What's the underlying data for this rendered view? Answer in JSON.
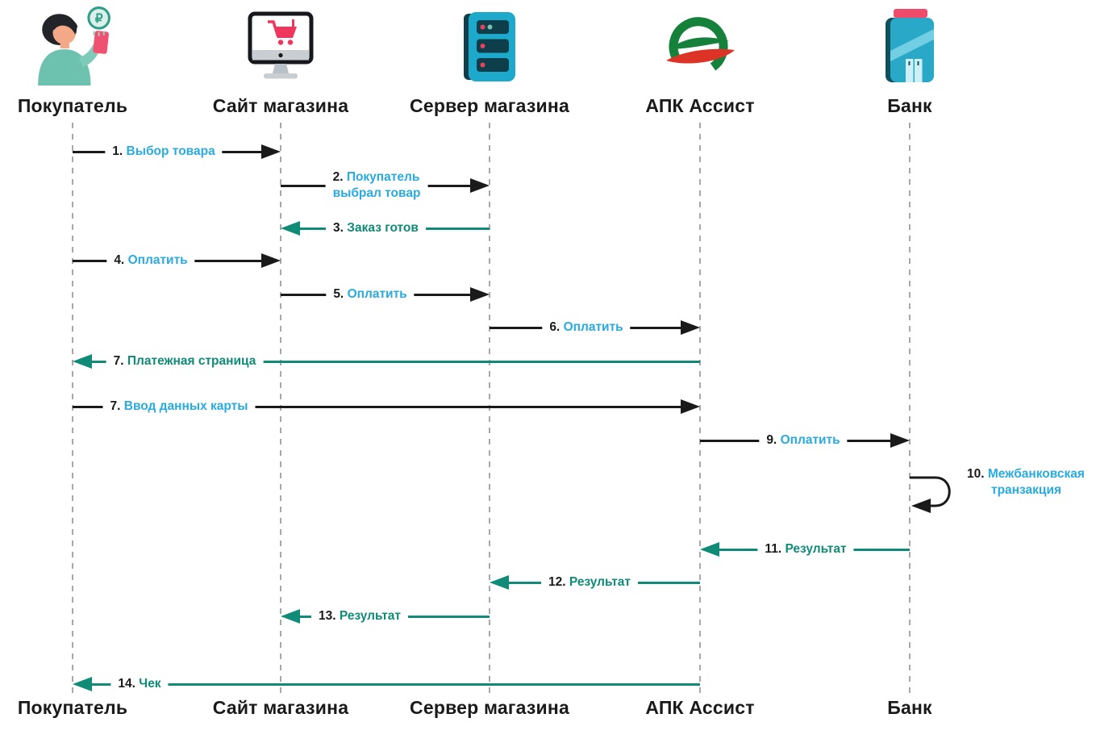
{
  "diagram": {
    "type": "sequence",
    "actors": [
      {
        "id": "buyer",
        "label": "Покупатель",
        "icon": "buyer-phone-icon"
      },
      {
        "id": "site",
        "label": "Сайт магазина",
        "icon": "monitor-cart-icon"
      },
      {
        "id": "server",
        "label": "Сервер магазина",
        "icon": "server-icon"
      },
      {
        "id": "assist",
        "label": "АПК Ассист",
        "icon": "assist-logo-icon"
      },
      {
        "id": "bank",
        "label": "Банк",
        "icon": "bank-icon"
      }
    ],
    "messages": [
      {
        "num": "1.",
        "text": "Выбор товара",
        "from": "buyer",
        "to": "site",
        "kind": "request"
      },
      {
        "num": "2.",
        "text": "Покупатель выбрал товар",
        "lines": [
          "Покупатель",
          "выбрал товар"
        ],
        "from": "site",
        "to": "server",
        "kind": "request"
      },
      {
        "num": "3.",
        "text": "Заказ готов",
        "from": "server",
        "to": "site",
        "kind": "response"
      },
      {
        "num": "4.",
        "text": "Оплатить",
        "from": "buyer",
        "to": "site",
        "kind": "request"
      },
      {
        "num": "5.",
        "text": "Оплатить",
        "from": "site",
        "to": "server",
        "kind": "request"
      },
      {
        "num": "6.",
        "text": "Оплатить",
        "from": "server",
        "to": "assist",
        "kind": "request"
      },
      {
        "num": "7.",
        "text": "Платежная страница",
        "from": "assist",
        "to": "buyer",
        "kind": "response"
      },
      {
        "num": "7.",
        "text": "Ввод данных карты",
        "from": "buyer",
        "to": "assist",
        "kind": "request"
      },
      {
        "num": "9.",
        "text": "Оплатить",
        "from": "assist",
        "to": "bank",
        "kind": "request"
      },
      {
        "num": "10.",
        "text": "Межбанковская транзакция",
        "lines": [
          "Межбанковская",
          "транзакция"
        ],
        "from": "bank",
        "to": "bank",
        "kind": "self"
      },
      {
        "num": "11.",
        "text": "Результат",
        "from": "bank",
        "to": "assist",
        "kind": "response"
      },
      {
        "num": "12.",
        "text": "Результат",
        "from": "assist",
        "to": "server",
        "kind": "response"
      },
      {
        "num": "13.",
        "text": "Результат",
        "from": "server",
        "to": "site",
        "kind": "response"
      },
      {
        "num": "14.",
        "text": "Чек",
        "from": "assist",
        "to": "buyer",
        "kind": "response"
      }
    ],
    "colors": {
      "request_label": "#29ABE2",
      "response_label": "#0F8B78",
      "request_line": "#1A1A1A",
      "response_line": "#0F8B78",
      "number": "#1A1A1A",
      "lifeline": "#A8A8A8"
    }
  }
}
